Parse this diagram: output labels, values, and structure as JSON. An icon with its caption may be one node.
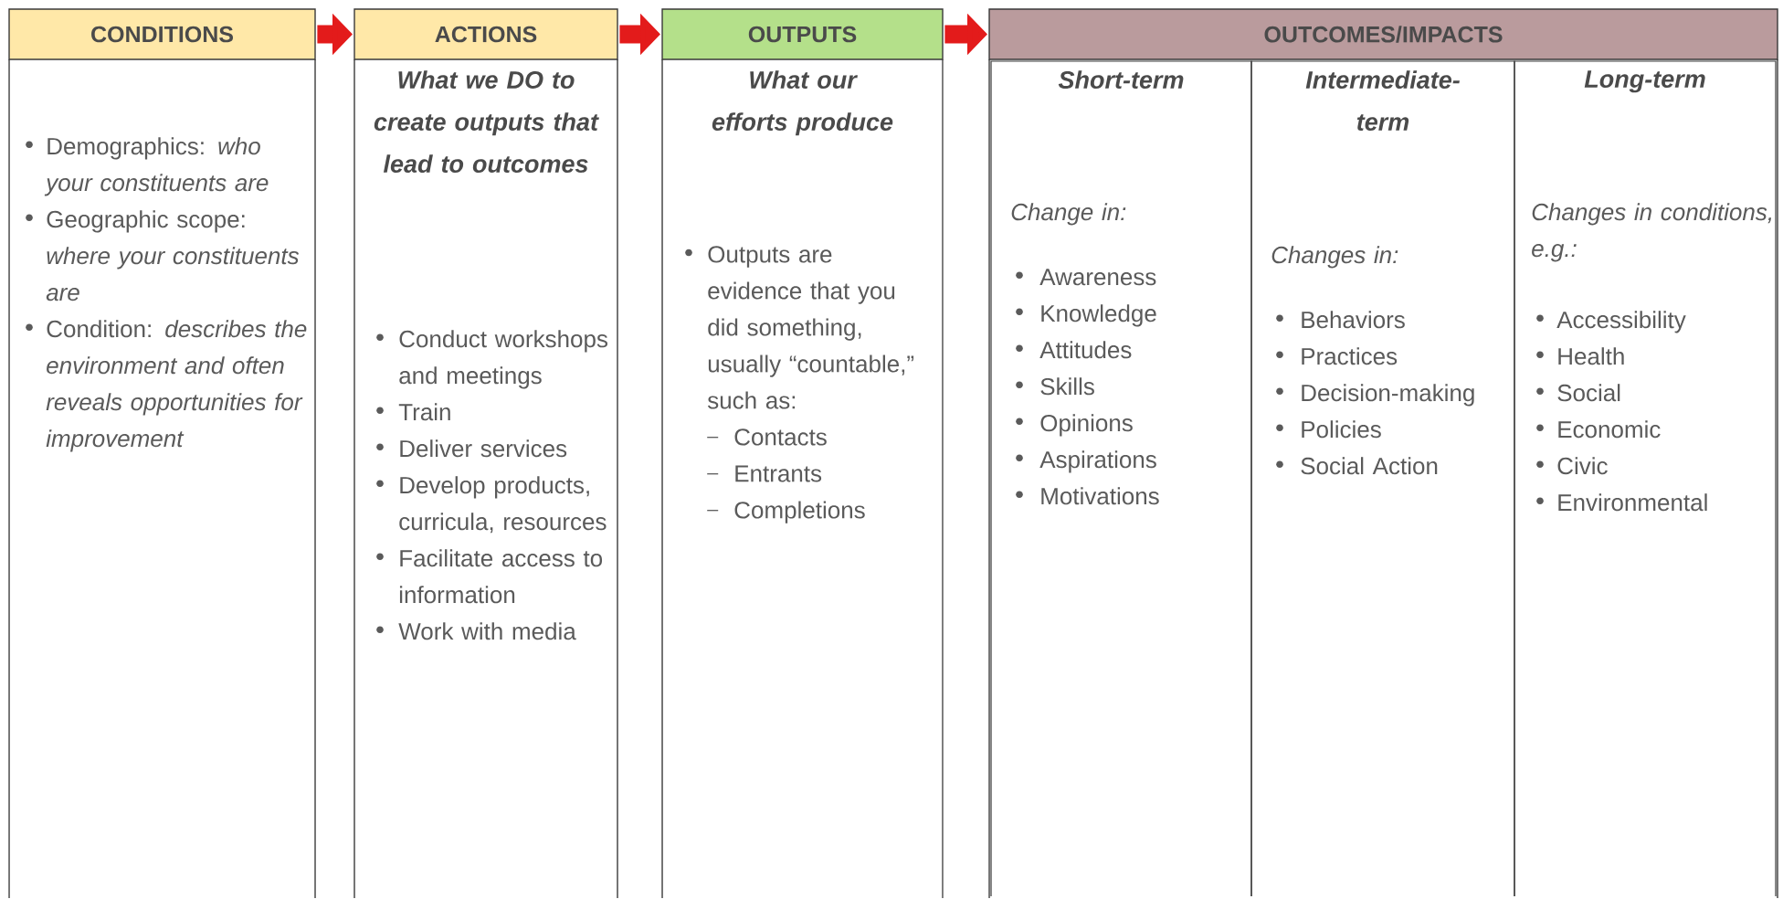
{
  "diagram": {
    "nodes": [
      {
        "text": [
          "CONDITIONS",
          "Demographics: *who your constituents are*",
          "Geographic scope: *where your constituents are*",
          "Condition: *describes the environment and often reveals opportunities for improvement*"
        ]
      },
      {
        "text": [
          "ACTIONS",
          "What we DO to create outputs that lead to outcomes",
          "Conduct workshops and meetings",
          "Train",
          "Deliver services",
          "Develop products, curricula, resources",
          "Facilitate access to information",
          "Work with media"
        ]
      },
      {
        "text": [
          "OUTPUTS",
          "What our efforts produce",
          "Outputs are evidence that you did something, usually “countable,” such as:",
          "Contacts",
          "Entrants",
          "Completions"
        ]
      },
      {
        "text": [
          "OUTCOMES/IMPACTS"
        ]
      },
      {
        "text": [
          "Short-term",
          "Change in:",
          "Awareness",
          "Knowledge",
          "Attitudes",
          "Skills",
          "Opinions",
          "Aspirations",
          "Motivations"
        ],
        "in": 3
      },
      {
        "text": [
          "Intermediate-term",
          "Changes in:",
          "Behaviors",
          "Practices",
          "Decision-making",
          "Policies",
          "Social Action"
        ],
        "in": 3
      },
      {
        "text": [
          "Long-term",
          "Changes in conditions, e.g.:",
          "Accessibility",
          "Health",
          "Social",
          "Economic",
          "Civic",
          "Environmental"
        ],
        "in": 3
      }
    ],
    "edges": [
      {
        "from": 0,
        "to": 1,
        "arrow": "to"
      },
      {
        "from": 1,
        "to": 2,
        "arrow": "to"
      },
      {
        "from": 2,
        "to": 3,
        "arrow": "to"
      }
    ]
  }
}
